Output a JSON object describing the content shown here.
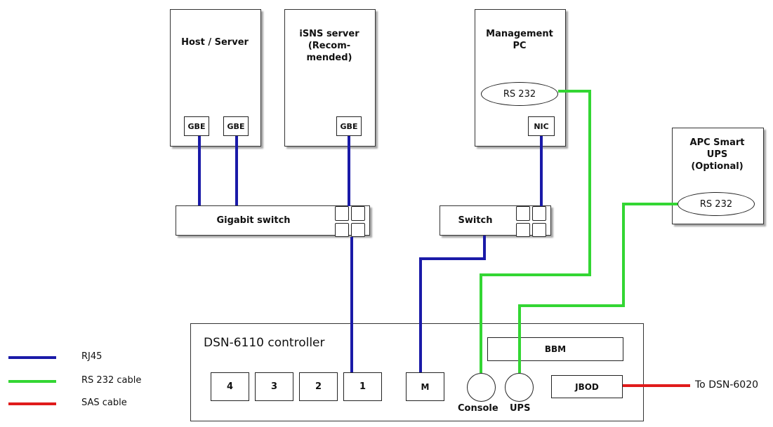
{
  "nodes": {
    "host": {
      "label": "Host / Server",
      "ports": [
        "GBE",
        "GBE"
      ]
    },
    "isns": {
      "label": "iSNS server\n(Recom-\nmended)",
      "port": "GBE"
    },
    "mgmt": {
      "label": "Management\nPC",
      "rs232": "RS 232",
      "nic": "NIC"
    },
    "ups": {
      "label": "APC Smart\nUPS\n(Optional)",
      "rs232": "RS 232"
    },
    "gigabit_switch": {
      "label": "Gigabit switch"
    },
    "switch": {
      "label": "Switch"
    },
    "controller": {
      "label": "DSN-6110 controller",
      "bbm": "BBM",
      "jbod": "JBOD",
      "ports": [
        "4",
        "3",
        "2",
        "1"
      ],
      "mgmt_port": "M",
      "console": "Console",
      "ups_port": "UPS"
    }
  },
  "external": {
    "to_label": "To DSN-6020"
  },
  "legend": [
    {
      "label": "RJ45",
      "color": "#1a1aa8"
    },
    {
      "label": "RS 232 cable",
      "color": "#33d633"
    },
    {
      "label": "SAS cable",
      "color": "#e01b1b"
    }
  ],
  "colors": {
    "rj45": "#1a1aa8",
    "rs232": "#33d633",
    "sas": "#e01b1b"
  }
}
